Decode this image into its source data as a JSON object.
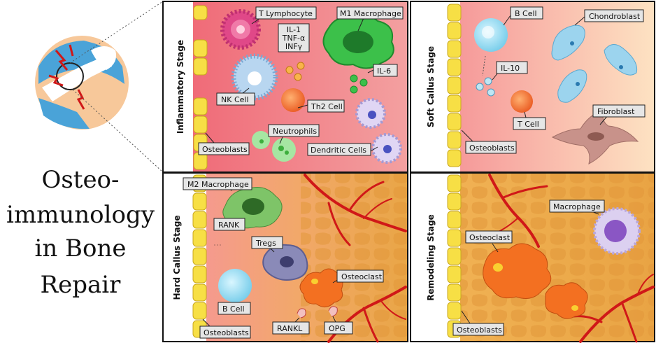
{
  "title_lines": [
    "Osteo-",
    "immunology",
    "in Bone",
    "Repair"
  ],
  "stages": {
    "inflammatory": "Inflammatory Stage",
    "soft_callus": "Soft Callus Stage",
    "hard_callus": "Hard Callus Stage",
    "remodeling": "Remodeling Stage"
  },
  "labels": {
    "t_lymphocyte": "T Lymphocyte",
    "m1_macrophage": "M1 Macrophage",
    "cytokines_il1": "IL-1",
    "cytokines_tnf": "TNF-α",
    "cytokines_inf": "INFγ",
    "il6": "IL-6",
    "nk_cell": "NK Cell",
    "th2_cell": "Th2 Cell",
    "neutrophils": "Neutrophils",
    "osteoblasts": "Osteoblasts",
    "dendritic_cells": "Dendritic Cells",
    "b_cell": "B Cell",
    "chondroblast": "Chondroblast",
    "il10": "IL-10",
    "t_cell": "T Cell",
    "fibroblast": "Fibroblast",
    "m2_macrophage": "M2 Macrophage",
    "rank": "RANK",
    "tregs": "Tregs",
    "osteoclast": "Osteoclast",
    "rankl": "RANKL",
    "opg": "OPG",
    "macrophage": "Macrophage"
  },
  "colors": {
    "inflammatory_bg": "#ef8a8c",
    "soft_bg_left": "#f6a3a0",
    "soft_bg_right": "#fde6c4",
    "bone_bg": "#f2b14c",
    "vessel": "#d01818",
    "osteoblast": "#f7df45",
    "osteoclast": "#f37021"
  }
}
